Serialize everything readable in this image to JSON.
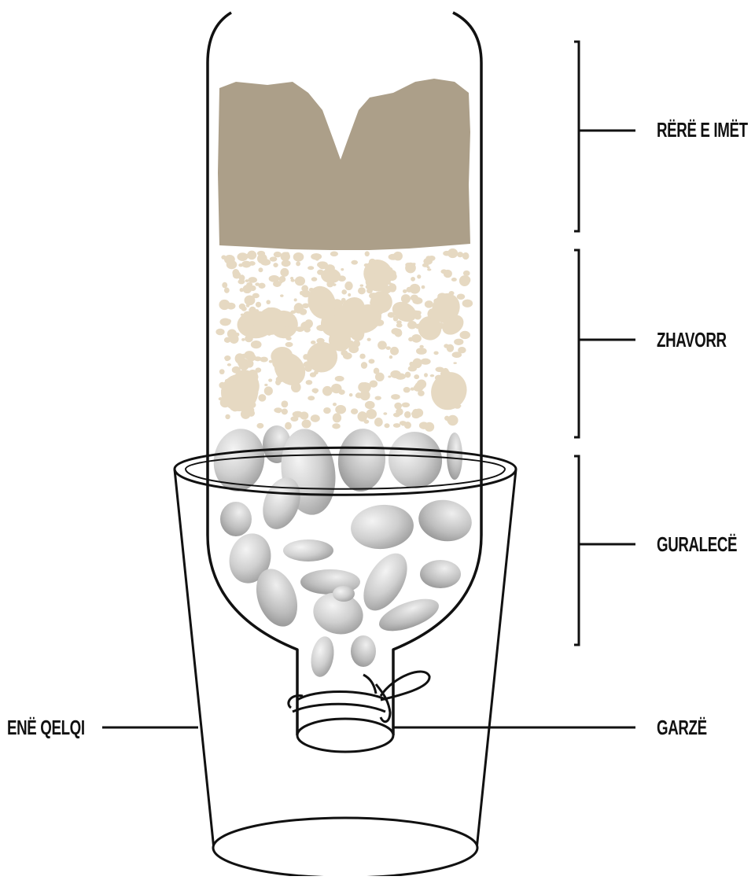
{
  "labels": {
    "fine_sand": "RËRË E IMËT",
    "gravel": "ZHAVORR",
    "pebbles": "GURALECË",
    "glass_jar": "ENË QELQI",
    "gauze": "GARZË"
  },
  "colors": {
    "outline": "#111111",
    "fine_sand": "#ac9f89",
    "gravel": "#e6d9c2",
    "pebble_light": "#ededed",
    "pebble_mid": "#c9c9c9",
    "pebble_dark": "#9a9a9a",
    "glass_fill": "#ffffff"
  }
}
